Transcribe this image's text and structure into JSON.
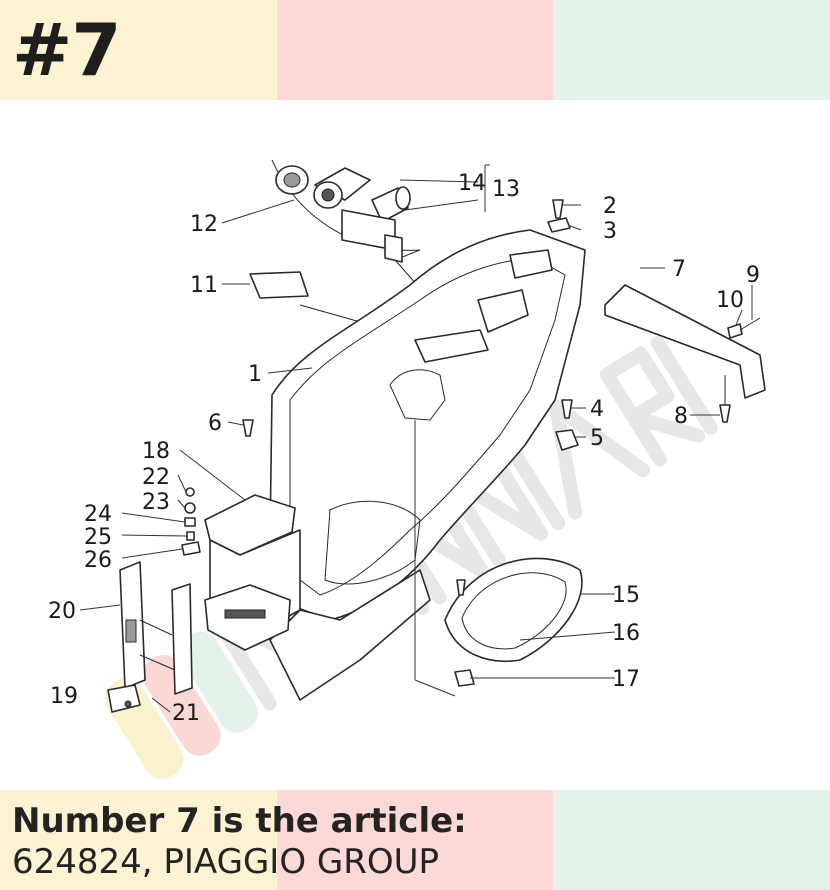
{
  "header": {
    "number_label": "#7"
  },
  "diagram": {
    "labels": [
      {
        "id": "1",
        "text": "1"
      },
      {
        "id": "2",
        "text": "2"
      },
      {
        "id": "3",
        "text": "3"
      },
      {
        "id": "4",
        "text": "4"
      },
      {
        "id": "5",
        "text": "5"
      },
      {
        "id": "6",
        "text": "6"
      },
      {
        "id": "7",
        "text": "7"
      },
      {
        "id": "8",
        "text": "8"
      },
      {
        "id": "9",
        "text": "9"
      },
      {
        "id": "10",
        "text": "10"
      },
      {
        "id": "11",
        "text": "11"
      },
      {
        "id": "12",
        "text": "12"
      },
      {
        "id": "13",
        "text": "13"
      },
      {
        "id": "14",
        "text": "14"
      },
      {
        "id": "15",
        "text": "15"
      },
      {
        "id": "16",
        "text": "16"
      },
      {
        "id": "17",
        "text": "17"
      },
      {
        "id": "18",
        "text": "18"
      },
      {
        "id": "19",
        "text": "19"
      },
      {
        "id": "20",
        "text": "20"
      },
      {
        "id": "21",
        "text": "21"
      },
      {
        "id": "22",
        "text": "22"
      },
      {
        "id": "23",
        "text": "23"
      },
      {
        "id": "24",
        "text": "24"
      },
      {
        "id": "25",
        "text": "25"
      },
      {
        "id": "26",
        "text": "26"
      }
    ],
    "watermark_colors": [
      "#f7e9a6",
      "#f5b9b6",
      "#cfe8da"
    ]
  },
  "footer": {
    "article_line": "Number 7 is the article:",
    "article_value": "624824, PIAGGIO GROUP"
  },
  "colors": {
    "band_yellow": "#fdf3d2",
    "band_pink": "#fcd9d6",
    "band_green": "#e3f3ea",
    "text": "#232323"
  }
}
